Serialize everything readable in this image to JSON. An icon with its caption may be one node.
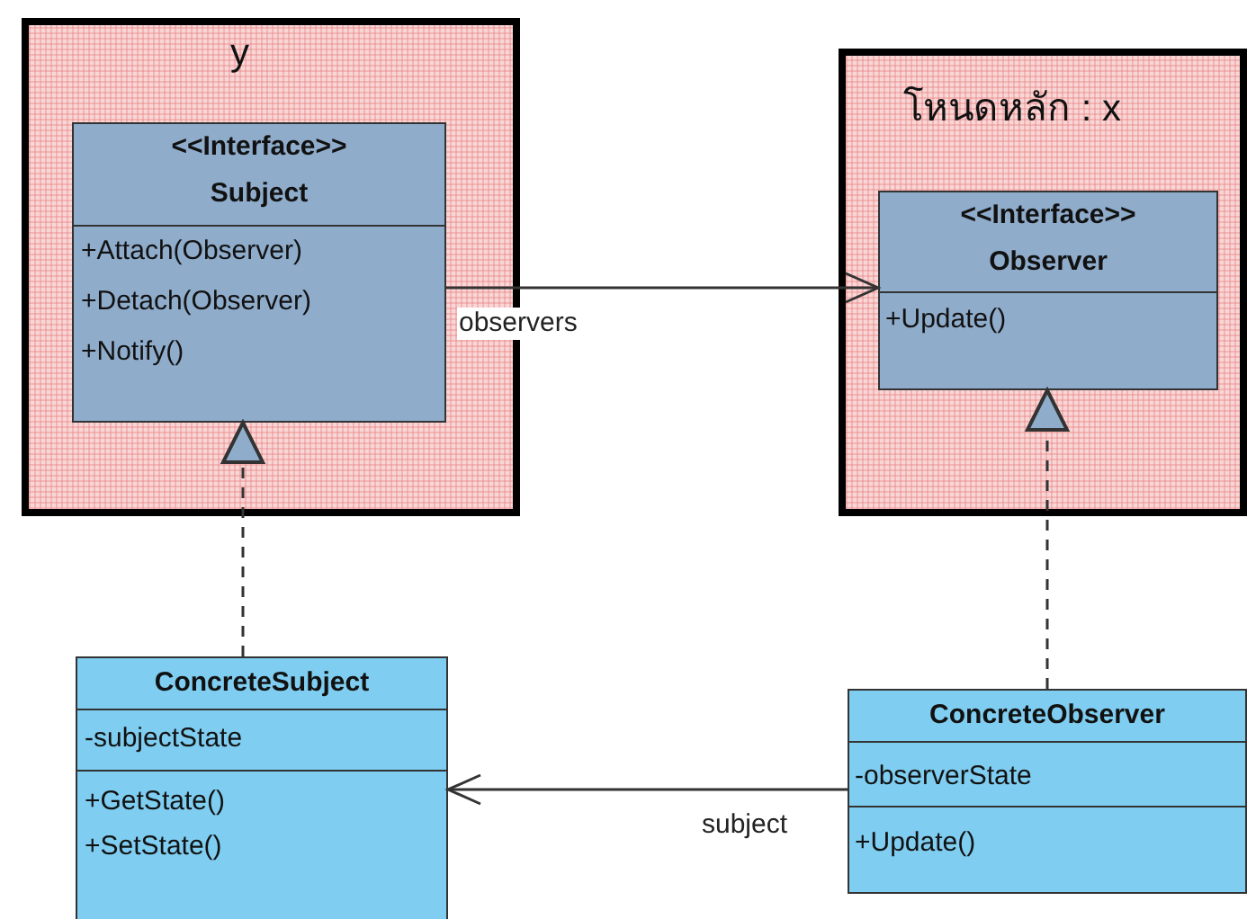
{
  "diagram": {
    "nodes": [
      {
        "text": [
          "y"
        ]
      },
      {
        "text": [
          "<<Interface>>",
          "Subject",
          "+Attach(Observer)",
          "+Detach(Observer)",
          "+Notify()"
        ],
        "in": 0
      },
      {
        "text": [
          "โหนดหลัก : x"
        ]
      },
      {
        "text": [
          "<<Interface>>",
          "Observer",
          "+Update()"
        ],
        "in": 2
      },
      {
        "text": [
          "ConcreteSubject",
          "-subjectState",
          "+GetState()",
          "+SetState()"
        ]
      },
      {
        "text": [
          "ConcreteObserver",
          "-observerState",
          "+Update()"
        ]
      }
    ],
    "edges": [
      {
        "from": 1,
        "to": 3,
        "arrow": "to",
        "label": "observers"
      },
      {
        "from": 4,
        "to": 1,
        "arrow": "to",
        "style": "dashed"
      },
      {
        "from": 5,
        "to": 3,
        "arrow": "to",
        "style": "dashed"
      },
      {
        "from": 5,
        "to": 4,
        "arrow": "to",
        "label": "subject"
      }
    ]
  }
}
